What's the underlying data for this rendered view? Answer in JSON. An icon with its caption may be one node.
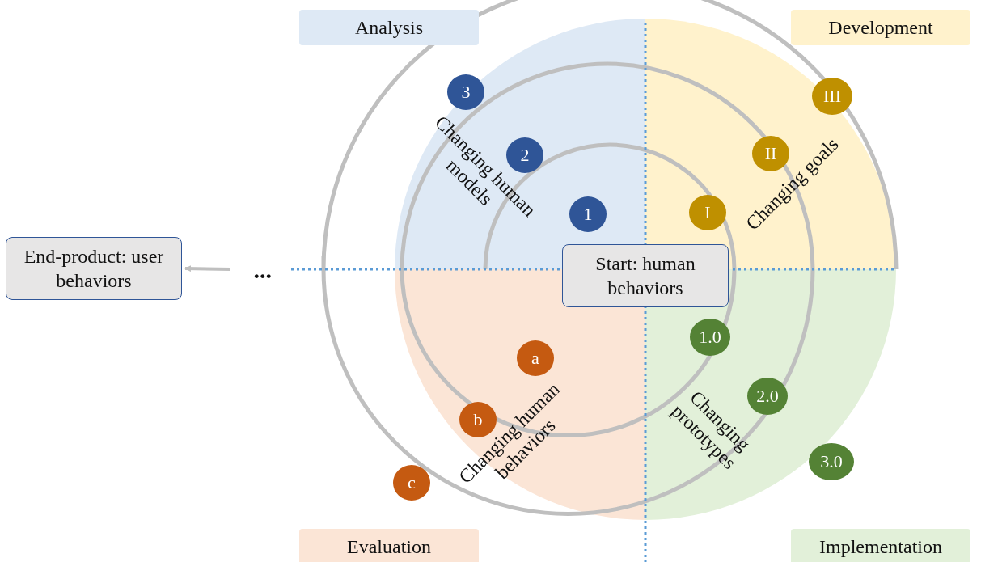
{
  "diagram": {
    "nodes": [
      {
        "text": [
          "Analysis"
        ]
      },
      {
        "text": [
          "Development"
        ]
      },
      {
        "text": [
          "3"
        ]
      },
      {
        "text": [
          "III"
        ]
      },
      {
        "text": [
          "2"
        ]
      },
      {
        "text": [
          "II"
        ]
      },
      {
        "text": [
          "1"
        ]
      },
      {
        "text": [
          "I"
        ]
      },
      {
        "text": [
          "End-product: user behaviors"
        ]
      },
      {
        "text": [
          "Start: human behaviors"
        ]
      },
      {
        "text": [
          "a"
        ]
      },
      {
        "text": [
          "1.0"
        ]
      },
      {
        "text": [
          "b"
        ]
      },
      {
        "text": [
          "2.0"
        ]
      },
      {
        "text": [
          "c"
        ]
      },
      {
        "text": [
          "3.0"
        ]
      },
      {
        "text": [
          "Evaluation"
        ]
      },
      {
        "text": [
          "Implementation"
        ]
      }
    ],
    "edges": [
      {
        "from": null,
        "to": 8,
        "arrow": "to"
      }
    ],
    "labels": [
      "...",
      "Changing human models",
      "Changing goals",
      "Changing human behaviors",
      "Changing prototypes"
    ]
  }
}
